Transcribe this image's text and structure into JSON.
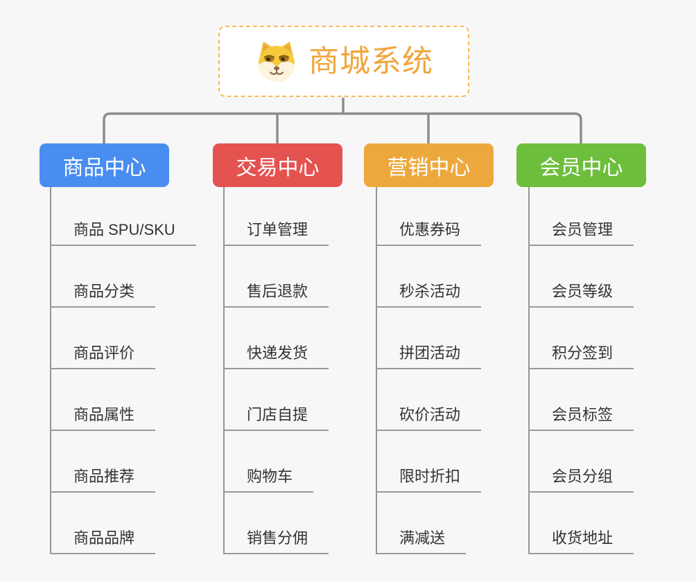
{
  "root": {
    "label": "商城系统",
    "icon": "doge-icon",
    "text_color": "#F0A63C",
    "border_color": "#F5BB55"
  },
  "branches": [
    {
      "label": "商品中心",
      "color": "#4a8df0",
      "items": [
        "商品 SPU/SKU",
        "商品分类",
        "商品评价",
        "商品属性",
        "商品推荐",
        "商品品牌"
      ]
    },
    {
      "label": "交易中心",
      "color": "#e45350",
      "items": [
        "订单管理",
        "售后退款",
        "快递发货",
        "门店自提",
        "购物车",
        "销售分佣"
      ]
    },
    {
      "label": "营销中心",
      "color": "#eda83d",
      "items": [
        "优惠券码",
        "秒杀活动",
        "拼团活动",
        "砍价活动",
        "限时折扣",
        "满减送"
      ]
    },
    {
      "label": "会员中心",
      "color": "#6dbe3c",
      "items": [
        "会员管理",
        "会员等级",
        "积分签到",
        "会员标签",
        "会员分组",
        "收货地址"
      ]
    }
  ],
  "style": {
    "connector_color": "#8c8c8c",
    "underline_color": "#999999",
    "leaf_text_color": "#333333",
    "background": "#f7f7f7"
  }
}
